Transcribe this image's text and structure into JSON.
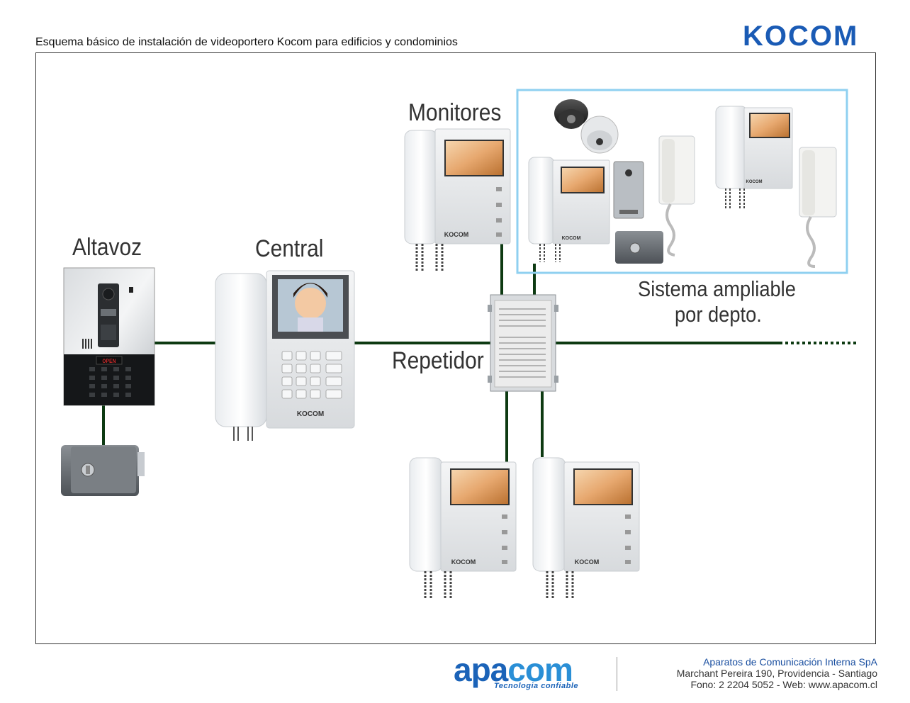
{
  "header": {
    "title": "Esquema básico de instalación de videoportero Kocom para edificios y condominios",
    "brand": "KOCOM"
  },
  "labels": {
    "altavoz": "Altavoz",
    "central": "Central",
    "monitores": "Monitores",
    "repetidor": "Repetidor",
    "ampliable_1": "Sistema ampliable",
    "ampliable_2": "por depto."
  },
  "devices": {
    "monitor_brand": "KOCOM",
    "panel_display": "OPEN"
  },
  "footer": {
    "company": "Aparatos de Comunicación Interna SpA",
    "address": "Marchant Pereira 190, Providencia - Santiago",
    "contact": "Fono: 2 2204 5052 - Web: www.apacom.cl",
    "logo_a": "apa",
    "logo_b": "com",
    "tagline": "Tecnologia confiable"
  },
  "colors": {
    "wire": "#0d3a12",
    "highlight_box": "#8fd0f0",
    "brand_blue": "#1a5bb5"
  }
}
